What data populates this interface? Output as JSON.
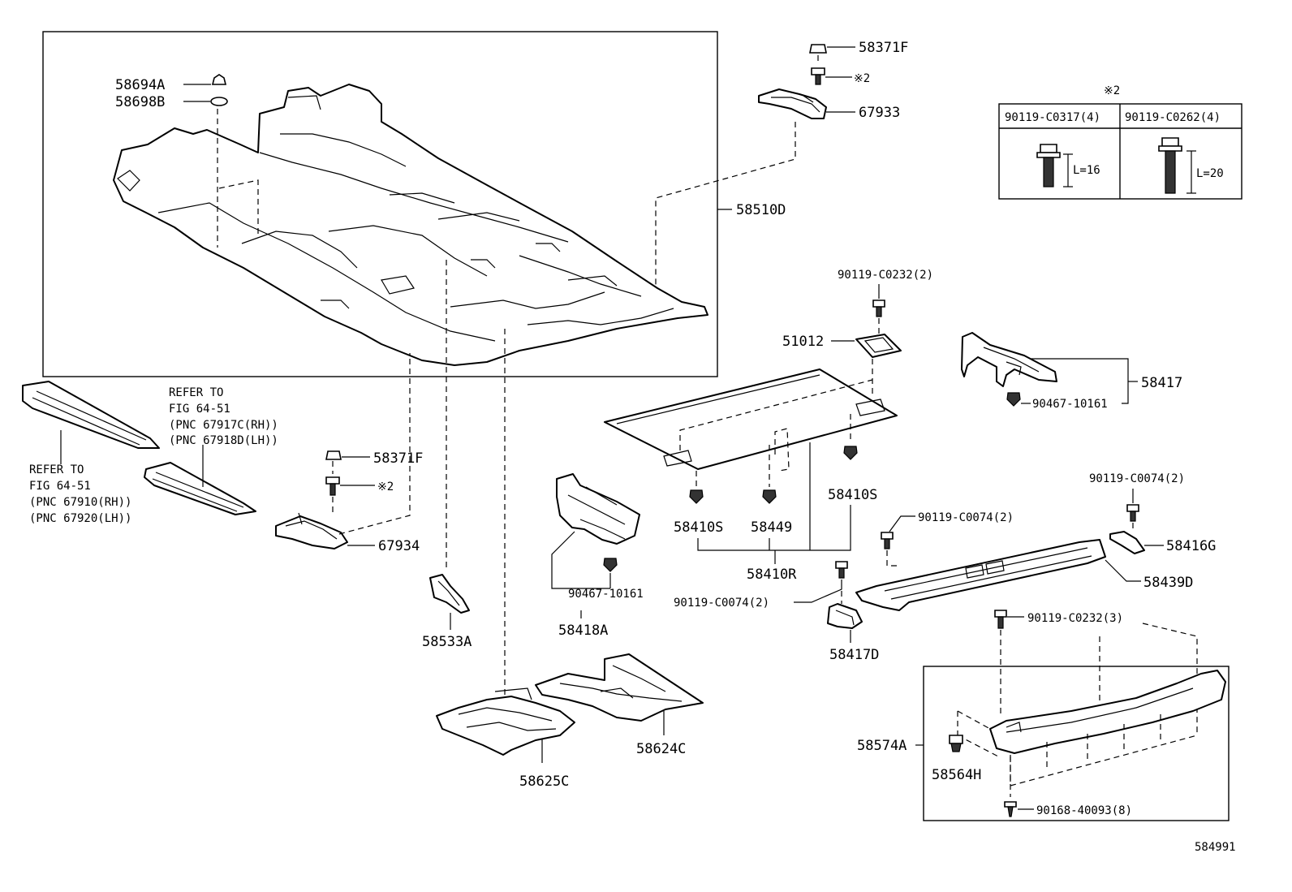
{
  "diagram": {
    "figure_code": "584991",
    "labels": {
      "p58371F_top": "58371F",
      "star2_top": "※2",
      "p67933": "67933",
      "p58694A": "58694A",
      "p58698B": "58698B",
      "p58510D": "58510D",
      "p90119_C0232_2": "90119-C0232(2)",
      "p51012": "51012",
      "p58417": "58417",
      "p90467_10161_right": "90467-10161",
      "refer_a_1": "REFER TO",
      "refer_a_2": "FIG 64-51",
      "refer_a_3": "(PNC 67917C(RH))",
      "refer_a_4": "(PNC 67918D(LH))",
      "refer_b_1": "REFER TO",
      "refer_b_2": "FIG 64-51",
      "refer_b_3": "(PNC 67910(RH))",
      "refer_b_4": "(PNC 67920(LH))",
      "p58371F_mid": "58371F",
      "star2_mid": "※2",
      "p67934": "67934",
      "p58410S_left": "58410S",
      "p58449": "58449",
      "p58410S_right": "58410S",
      "p58410R": "58410R",
      "p90119_C0074_2_top": "90119-C0074(2)",
      "p90119_C0074_2_mid": "90119-C0074(2)",
      "p58416G": "58416G",
      "p58439D": "58439D",
      "p90467_10161_mid": "90467-10161",
      "p58418A": "58418A",
      "p90119_C0074_2_low": "90119-C0074(2)",
      "p58417D": "58417D",
      "p58533A": "58533A",
      "p90119_C0232_3": "90119-C0232(3)",
      "p58624C": "58624C",
      "p58625C": "58625C",
      "p58574A": "58574A",
      "p58564H": "58564H",
      "p90168_40093_8": "90168-40093(8)"
    },
    "legend": {
      "mark": "※2",
      "col1_part": "90119-C0317(4)",
      "col1_length": "L=16",
      "col2_part": "90119-C0262(4)",
      "col2_length": "L=20"
    }
  }
}
